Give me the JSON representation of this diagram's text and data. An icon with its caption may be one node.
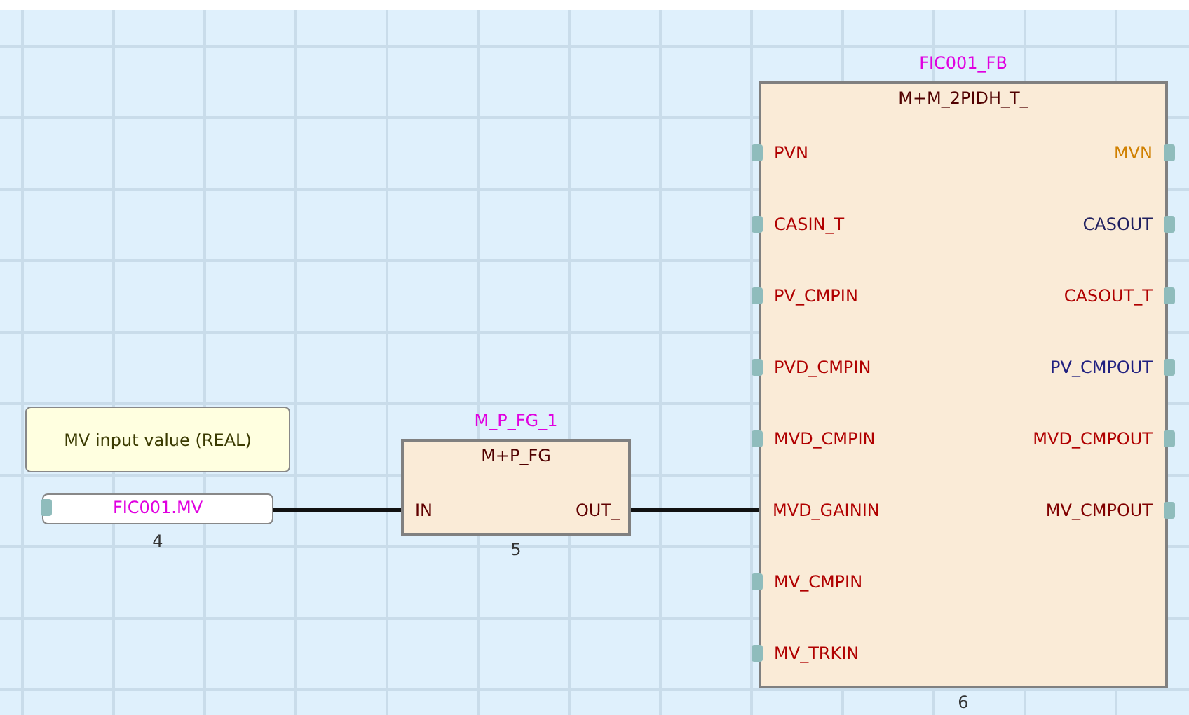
{
  "diagram": {
    "nodes": [
      {
        "text": [
          "MV input value (REAL)"
        ]
      },
      {
        "text": [
          "FIC001.MV"
        ],
        "beside": [
          "4"
        ]
      },
      {
        "text": [
          "M_P_FG_1",
          "M+P_FG"
        ],
        "beside": [
          "5"
        ]
      },
      {
        "text": [
          "IN"
        ],
        "in": 2
      },
      {
        "text": [
          "OUT_"
        ],
        "in": 2
      },
      {
        "text": [
          "FIC001_FB",
          "M+M_2PIDH_T_"
        ],
        "beside": [
          "6"
        ]
      },
      {
        "text": [
          "PVN"
        ],
        "in": 5
      },
      {
        "text": [
          "MVN"
        ],
        "in": 5
      },
      {
        "text": [
          "CASIN_T"
        ],
        "in": 5
      },
      {
        "text": [
          "CASOUT"
        ],
        "in": 5
      },
      {
        "text": [
          "PV_CMPIN"
        ],
        "in": 5
      },
      {
        "text": [
          "CASOUT_T"
        ],
        "in": 5
      },
      {
        "text": [
          "PVD_CMPIN"
        ],
        "in": 5
      },
      {
        "text": [
          "PV_CMPOUT"
        ],
        "in": 5
      },
      {
        "text": [
          "MVD_CMPIN"
        ],
        "in": 5
      },
      {
        "text": [
          "MVD_CMPOUT"
        ],
        "in": 5
      },
      {
        "text": [
          "MVD_GAININ"
        ],
        "in": 5
      },
      {
        "text": [
          "MV_CMPOUT"
        ],
        "in": 5
      },
      {
        "text": [
          "MV_CMPIN"
        ],
        "in": 5
      },
      {
        "text": [
          "MV_TRKIN"
        ],
        "in": 5
      }
    ],
    "edges": [
      {
        "from": 1,
        "to": 3,
        "arrow": "none"
      },
      {
        "from": 4,
        "to": 16,
        "arrow": "none"
      }
    ]
  }
}
